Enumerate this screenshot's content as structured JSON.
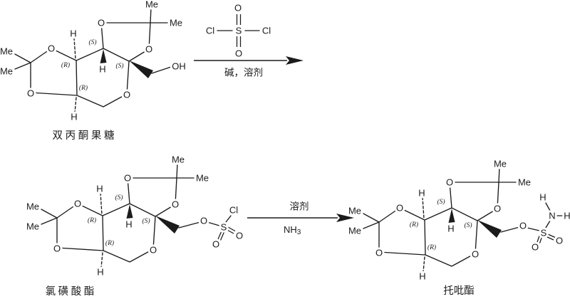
{
  "colors": {
    "ink": "#1b1b1b",
    "background": "#ffffff"
  },
  "symbols": {
    "methyl": "Me",
    "oxygen": "O",
    "hydrogen": "H",
    "hydroxyl": "OH",
    "sulfur": "S",
    "chlorine": "Cl",
    "nitrogen": "N",
    "stereo_S": "(S)",
    "stereo_R": "(R)"
  },
  "compounds": {
    "start": {
      "name": "双 丙 酮 果 糖"
    },
    "intermediate": {
      "name": "氯 磺 酸 酯"
    },
    "product": {
      "name": "托吡酯"
    }
  },
  "steps": {
    "step1": {
      "below_arrow": "碱，溶剂"
    },
    "step2": {
      "above_arrow": "溶剂",
      "below_formula": "NH",
      "below_formula_subscript": "3"
    }
  }
}
